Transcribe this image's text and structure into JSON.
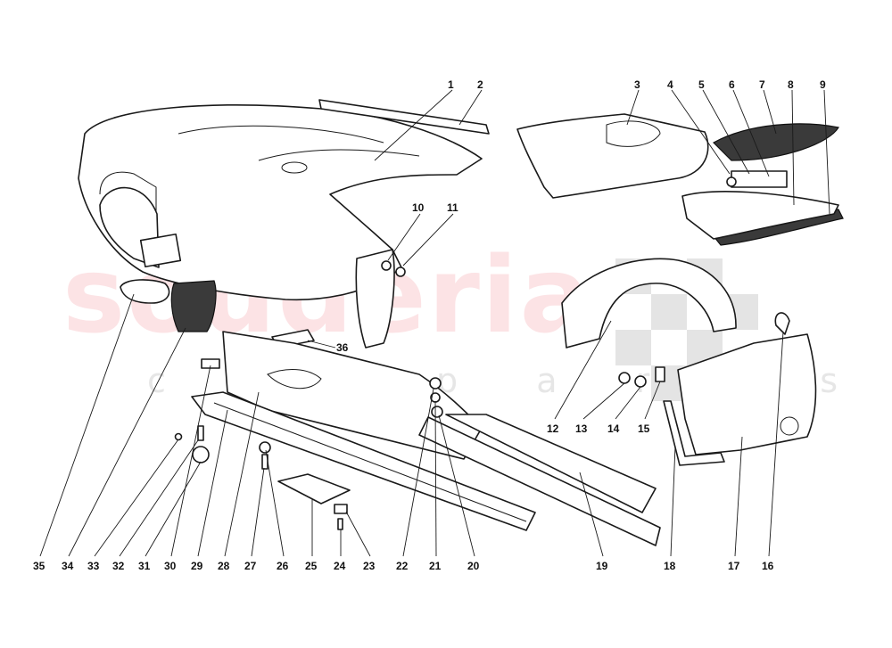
{
  "watermark": {
    "main": "souderia",
    "sub": "c a r p a r t s"
  },
  "callouts": {
    "top": [
      "1",
      "2",
      "3",
      "4",
      "5",
      "6",
      "7",
      "8",
      "9"
    ],
    "mid": [
      "10",
      "11",
      "36",
      "12",
      "13",
      "14",
      "15"
    ],
    "bottom": [
      "35",
      "34",
      "33",
      "32",
      "31",
      "30",
      "29",
      "28",
      "27",
      "26",
      "25",
      "24",
      "23",
      "22",
      "21",
      "20",
      "19",
      "18",
      "17",
      "16"
    ]
  },
  "colors": {
    "line": "#1a1a1a",
    "watermark_red": "#ec5060",
    "watermark_grey": "#8c8c8c"
  }
}
